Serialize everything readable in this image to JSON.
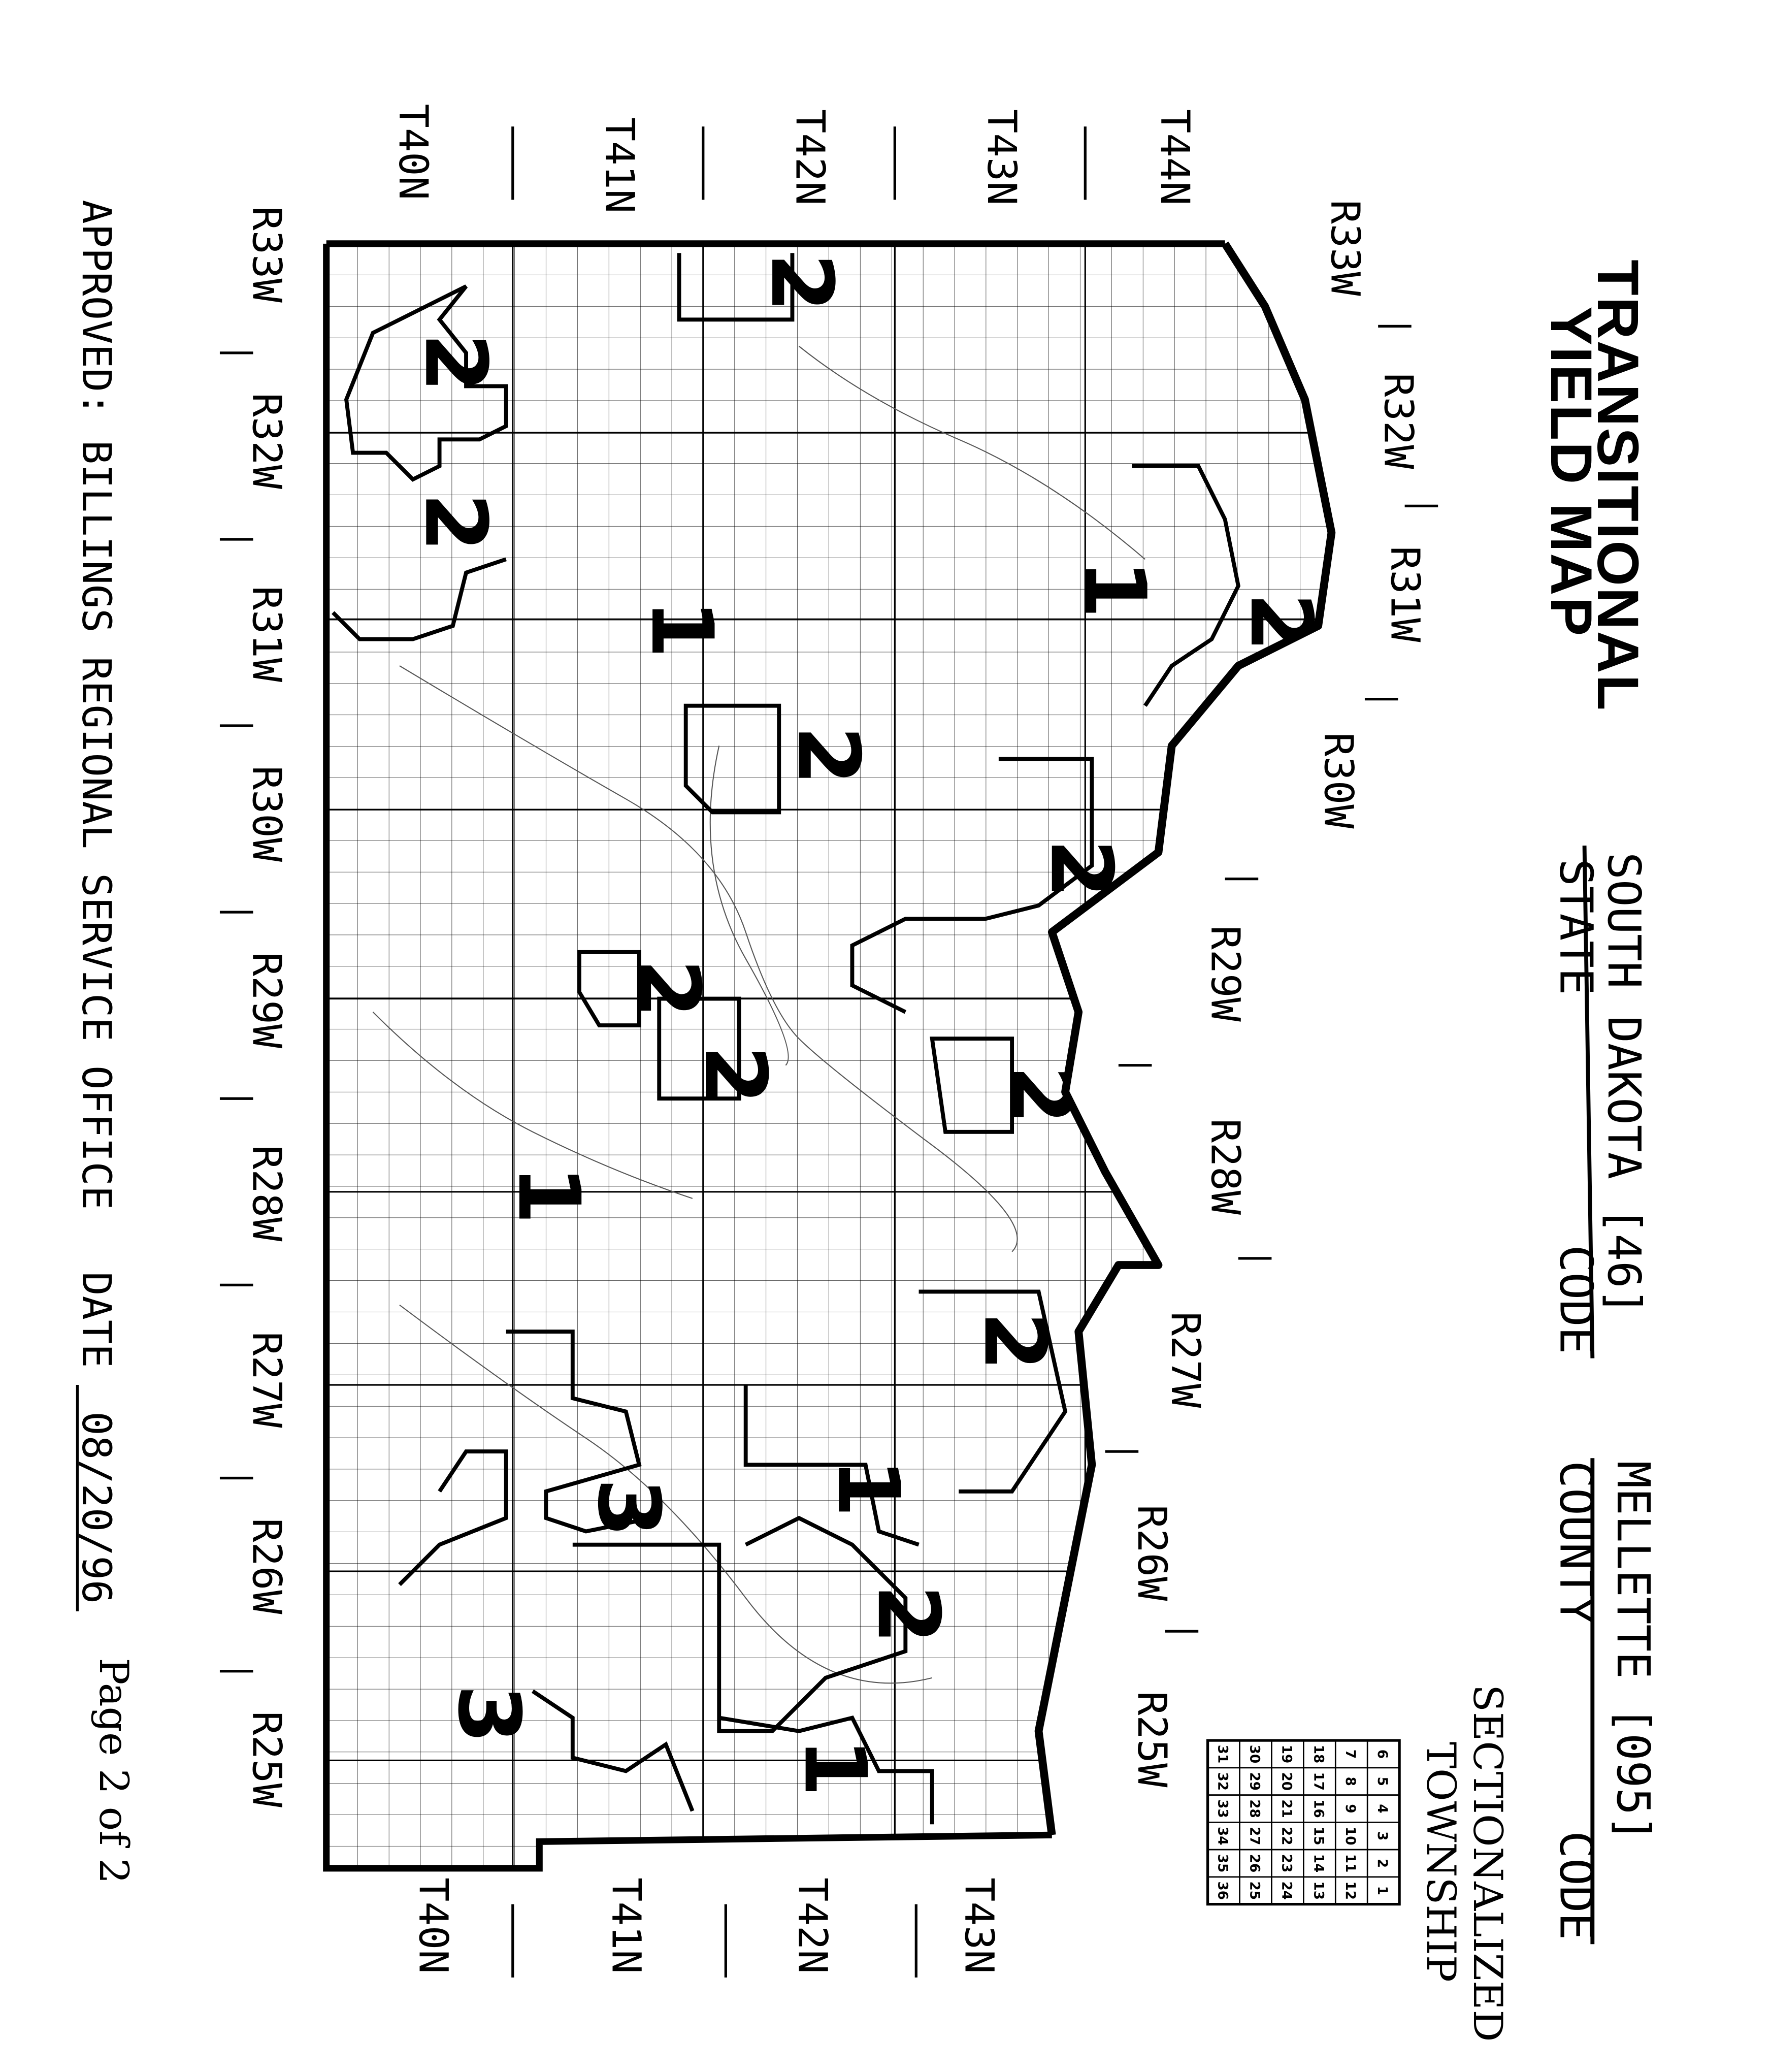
{
  "header": {
    "title_line1": "TRANSITIONAL",
    "title_line2": "YIELD MAP",
    "state_value": "SOUTH DAKOTA  [46]",
    "state_label": "STATE",
    "state_code_label": "CODE",
    "county_value": "MELLETTE     [095]",
    "county_label": "COUNTY",
    "county_code_label": "CODE"
  },
  "legend": {
    "title_line1": "SECTIONALIZED",
    "title_line2": "TOWNSHIP",
    "rows": [
      [
        "6",
        "5",
        "4",
        "3",
        "2",
        "1"
      ],
      [
        "7",
        "8",
        "9",
        "10",
        "11",
        "12"
      ],
      [
        "18",
        "17",
        "16",
        "15",
        "14",
        "13"
      ],
      [
        "19",
        "20",
        "21",
        "22",
        "23",
        "24"
      ],
      [
        "30",
        "29",
        "28",
        "27",
        "26",
        "25"
      ],
      [
        "31",
        "32",
        "33",
        "34",
        "35",
        "36"
      ]
    ]
  },
  "ranges_top": [
    "R33W",
    "R32W",
    "R31W",
    "R30W",
    "R29W",
    "R28W",
    "R27W",
    "R26W",
    "R25W"
  ],
  "ranges_bottom": [
    "R33W",
    "R32W",
    "R31W",
    "R30W",
    "R29W",
    "R28W",
    "R27W",
    "R26W",
    "R25W"
  ],
  "townships_left": [
    "T40N",
    "T41N",
    "T42N",
    "T43N",
    "T44N"
  ],
  "townships_right": [
    "T40N",
    "T41N",
    "T42N",
    "T43N"
  ],
  "map": {
    "zone_labels": [
      "2",
      "2",
      "2",
      "1",
      "2",
      "1",
      "2",
      "2",
      "2",
      "2",
      "2",
      "1",
      "2",
      "1",
      "3",
      "2",
      "3",
      "1"
    ]
  },
  "footer": {
    "approved": "APPROVED: BILLINGS REGIONAL SERVICE OFFICE",
    "date_label": "DATE",
    "date_value": "08/20/96",
    "page": "Page 2 of 2"
  }
}
